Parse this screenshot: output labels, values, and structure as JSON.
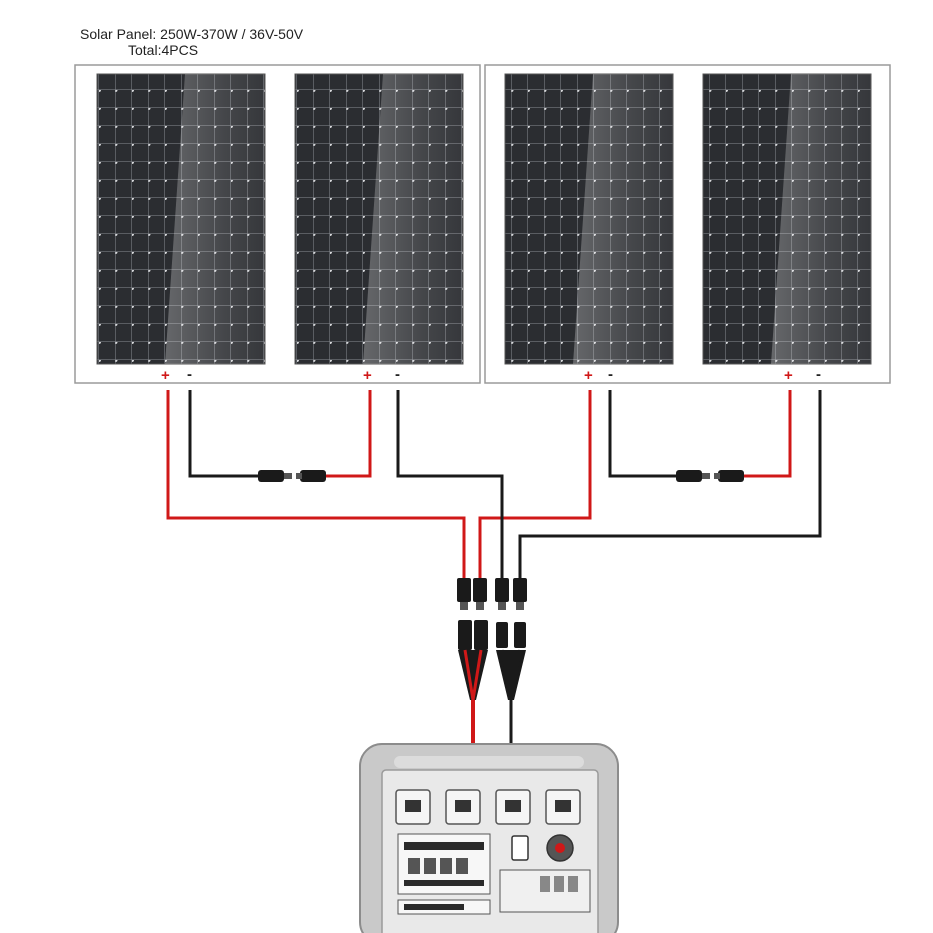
{
  "header": {
    "line1": "Solar Panel: 250W-370W / 36V-50V",
    "line2": "Total:4PCS"
  },
  "terminals": {
    "positive": "+",
    "negative": "-"
  },
  "colors": {
    "positive_wire": "#d01818",
    "negative_wire": "#1a1a1a",
    "panel_cell": "#2b2d31",
    "panel_frame": "#ffffff",
    "device_body": "#c9c9c9"
  },
  "panels": [
    {
      "id": "panel-1"
    },
    {
      "id": "panel-2"
    },
    {
      "id": "panel-3"
    },
    {
      "id": "panel-4"
    }
  ],
  "icons": {
    "solar_panel": "solar-panel-icon",
    "mc4_connector": "mc4-connector-icon",
    "branch_connector": "branch-connector-icon",
    "power_station": "power-station-icon"
  }
}
